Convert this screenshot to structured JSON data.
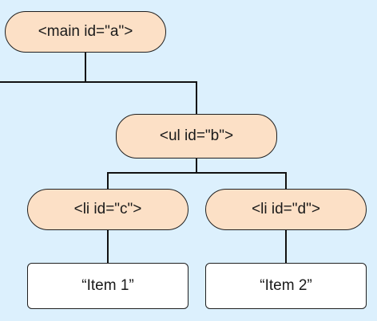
{
  "colors": {
    "background": "#dcf0fd",
    "element_fill": "#fce0c6",
    "text_node_fill": "#ffffff",
    "stroke": "#1f1f1f"
  },
  "nodes": {
    "main": {
      "label": "<main id=\"a\">"
    },
    "ul": {
      "label": "<ul id=\"b\">"
    },
    "li_c": {
      "label": "<li id=\"c\">"
    },
    "li_d": {
      "label": "<li id=\"d\">"
    },
    "text_1": {
      "label": "“Item 1”"
    },
    "text_2": {
      "label": "“Item 2”"
    }
  },
  "edges": [
    {
      "from": "main",
      "to": "ul"
    },
    {
      "from": "ul",
      "to": "li_c"
    },
    {
      "from": "ul",
      "to": "li_d"
    },
    {
      "from": "li_c",
      "to": "text_1"
    },
    {
      "from": "li_d",
      "to": "text_2"
    }
  ]
}
